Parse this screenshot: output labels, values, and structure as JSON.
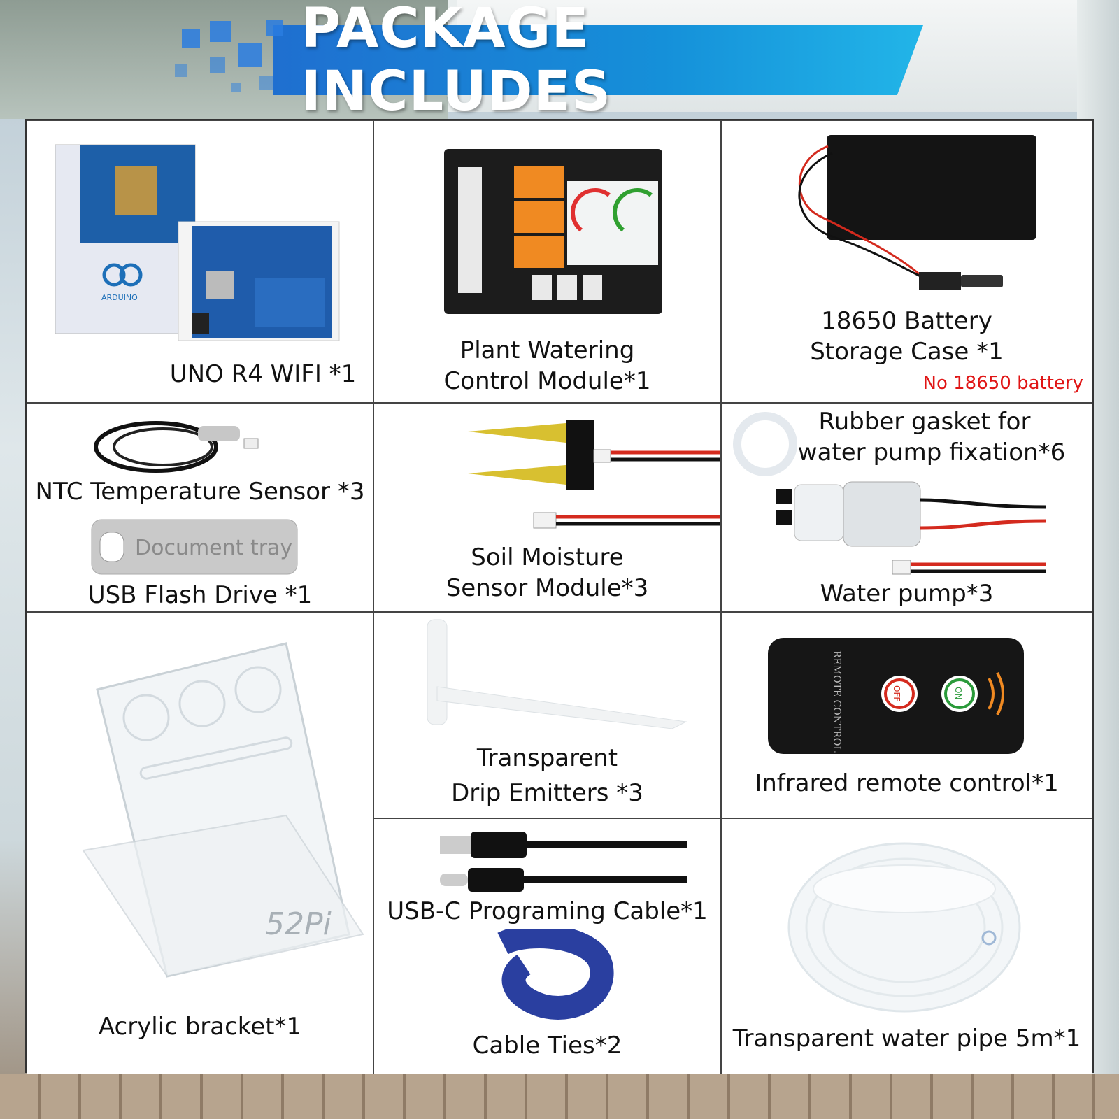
{
  "banner": {
    "title": "PACKAGE INCLUDES"
  },
  "items": {
    "uno_r4": {
      "label": "UNO R4 WIFI *1",
      "box_text": "ARDUINO"
    },
    "watering_module": {
      "label_line1": "Plant Watering",
      "label_line2": "Control Module*1"
    },
    "battery_case": {
      "label_line1": "18650 Battery",
      "label_line2": "Storage Case *1",
      "note": "No 18650 battery"
    },
    "ntc_sensor": {
      "label": "NTC Temperature Sensor *3"
    },
    "usb_flash": {
      "label": "USB Flash Drive *1",
      "engraving": "Document tray"
    },
    "soil_sensor": {
      "label_line1": "Soil Moisture",
      "label_line2": "Sensor Module*3"
    },
    "rubber_gasket": {
      "label_line1": "Rubber gasket for",
      "label_line2": "water pump fixation*6"
    },
    "water_pump": {
      "label": "Water pump*3"
    },
    "acrylic_bracket": {
      "label": "Acrylic bracket*1",
      "logo": "52Pi"
    },
    "drip_emitters": {
      "label_line1": "Transparent",
      "label_line2": "Drip Emitters *3"
    },
    "remote": {
      "label": "Infrared remote control*1",
      "text": "REMOTE CONTROL",
      "off": "OFF",
      "on": "ON"
    },
    "usb_cable": {
      "label": "USB-C Programing Cable*1"
    },
    "cable_ties": {
      "label": "Cable Ties*2"
    },
    "water_pipe": {
      "label": "Transparent water pipe 5m*1"
    }
  },
  "colors": {
    "banner_blue": "#1f6fd0",
    "note_red": "#e01515",
    "relay_orange": "#f08a22"
  }
}
